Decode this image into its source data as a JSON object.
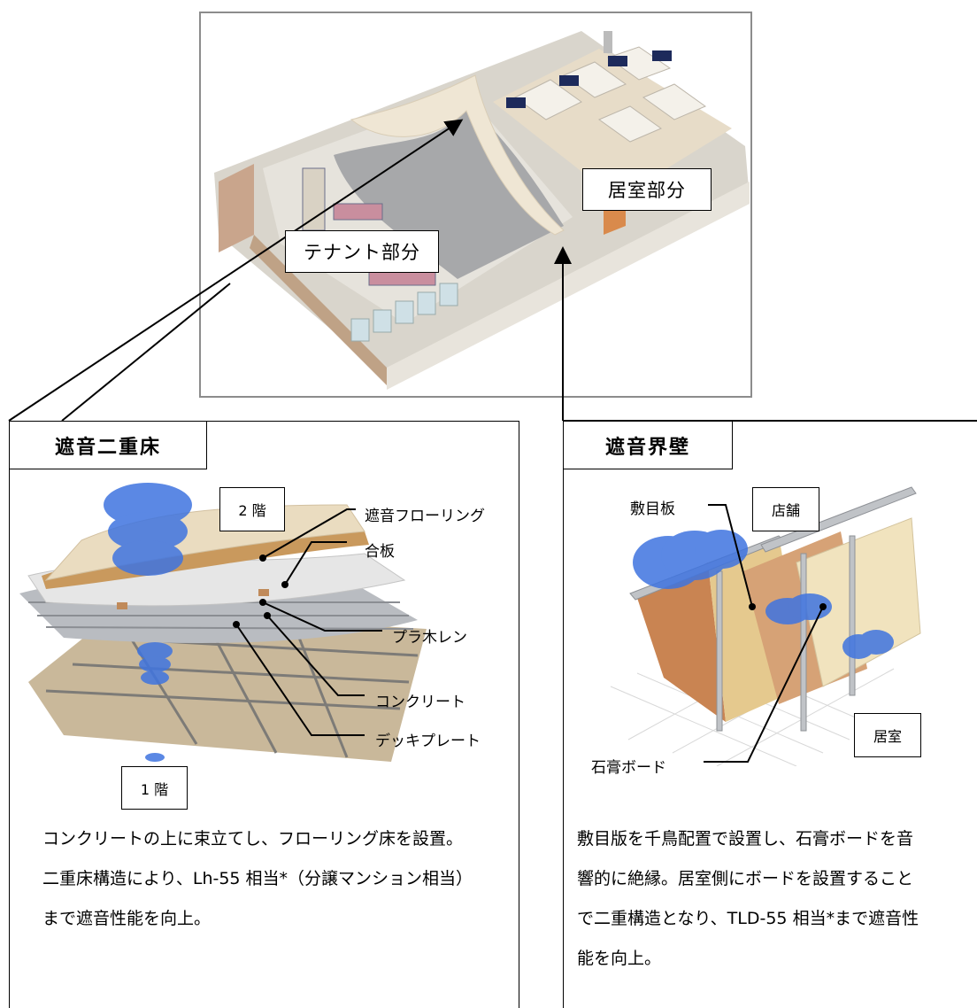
{
  "top": {
    "tenant_label": "テナント部分",
    "residence_label": "居室部分"
  },
  "floor_panel": {
    "title": "遮音二重床",
    "floor2": "2 階",
    "floor1": "1 階",
    "callouts": [
      "遮音フローリング",
      "合板",
      "プラ木レン",
      "コンクリート",
      "デッキプレート"
    ],
    "desc_lines": [
      "コンクリートの上に束立てし、フローリング床を設置。",
      "二重床構造により、Lh-55 相当*（分譲マンション相当）",
      "まで遮音性能を向上。"
    ]
  },
  "wall_panel": {
    "title": "遮音界壁",
    "store": "店舗",
    "room": "居室",
    "callouts": [
      "敷目板",
      "石膏ボード"
    ],
    "desc_lines": [
      "敷目版を千鳥配置で設置し、石膏ボードを音",
      "響的に絶縁。居室側にボードを設置すること",
      "で二重構造となり、TLD-55 相当*まで遮音性",
      "能を向上。"
    ]
  }
}
